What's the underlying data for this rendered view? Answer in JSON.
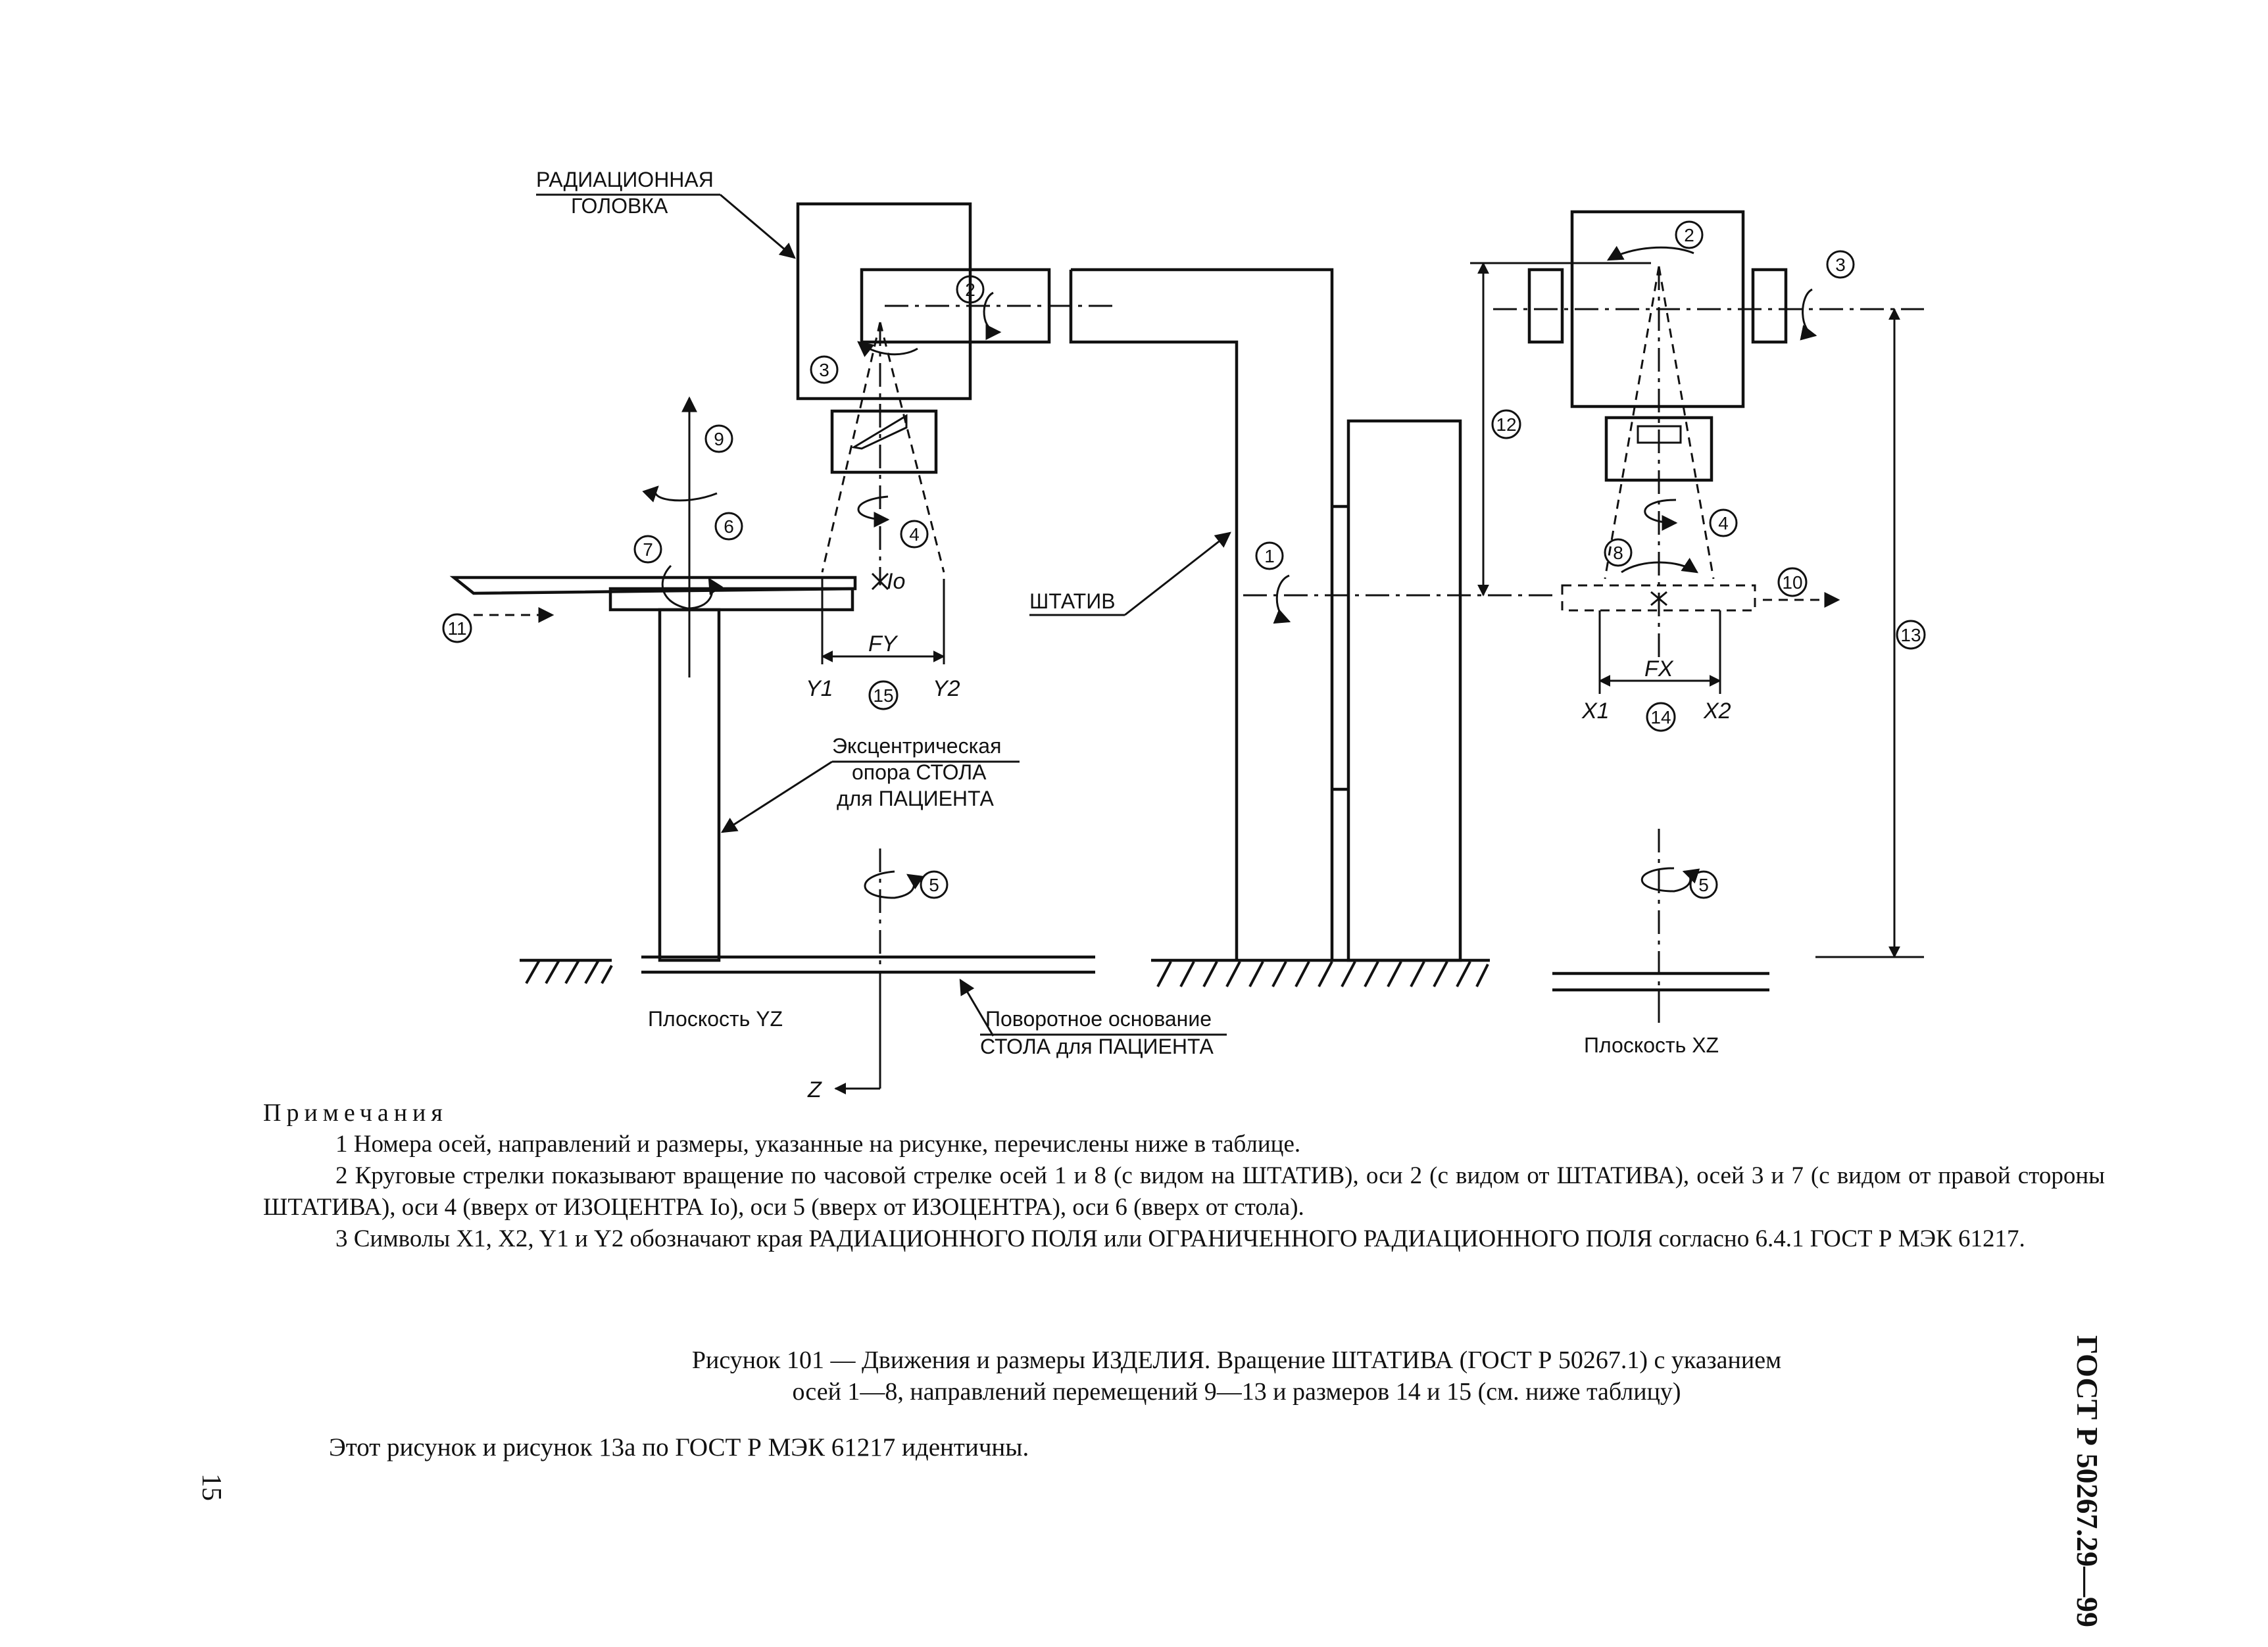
{
  "drawing": {
    "labels": {
      "radiation_head_line1": "РАДИАЦИОННАЯ",
      "radiation_head_line2": "ГОЛОВКА",
      "gantry": "ШТАТИВ",
      "eccentric_line1": "Эксцентрическая",
      "eccentric_line2": "опора СТОЛА",
      "eccentric_line3": "для ПАЦИЕНТА",
      "rotary_base_line1": "Поворотное основание",
      "rotary_base_line2": "СТОЛА для ПАЦИЕНТА",
      "plane_yz": "Плоскость YZ",
      "plane_xz": "Плоскость XZ",
      "z_axis": "Z",
      "isocenter": "Io",
      "fy": "FY",
      "fx": "FX",
      "y1": "Y1",
      "y2": "Y2",
      "x1": "X1",
      "x2": "X2"
    },
    "markers": {
      "m1": "1",
      "m2": "2",
      "m3": "3",
      "m4": "4",
      "m5": "5",
      "m6": "6",
      "m7": "7",
      "m8": "8",
      "m9": "9",
      "m10": "10",
      "m11": "11",
      "m12": "12",
      "m13": "13",
      "m14": "14",
      "m15": "15"
    }
  },
  "notes": {
    "heading": "Примечания",
    "items": [
      "1 Номера осей, направлений и размеры, указанные на рисунке, перечислены ниже в таблице.",
      "2 Круговые стрелки показывают вращение по часовой стрелке осей 1 и 8 (с видом на ШТАТИВ), оси 2 (с видом от ШТАТИВА), осей 3 и 7 (с видом от правой стороны ШТАТИВА), оси 4 (вверх от ИЗОЦЕНТРА Iо), оси 5 (вверх от ИЗОЦЕНТРА), оси 6 (вверх от стола).",
      "3 Символы X1, X2, Y1 и Y2 обозначают края РАДИАЦИОННОГО ПОЛЯ или ОГРАНИЧЕННОГО РАДИАЦИОННОГО ПОЛЯ согласно 6.4.1 ГОСТ Р МЭК 61217."
    ]
  },
  "caption": {
    "line1": "Рисунок 101 — Движения и размеры ИЗДЕЛИЯ. Вращение ШТАТИВА (ГОСТ Р 50267.1) с указанием",
    "line2": "осей 1—8, направлений перемещений 9—13 и размеров 14 и 15 (см. ниже таблицу)"
  },
  "footer_note": "Этот рисунок и рисунок 13а по ГОСТ  Р МЭК 61217 идентичны.",
  "side_code": "ГОСТ Р 50267.29—99",
  "page_number": "15"
}
